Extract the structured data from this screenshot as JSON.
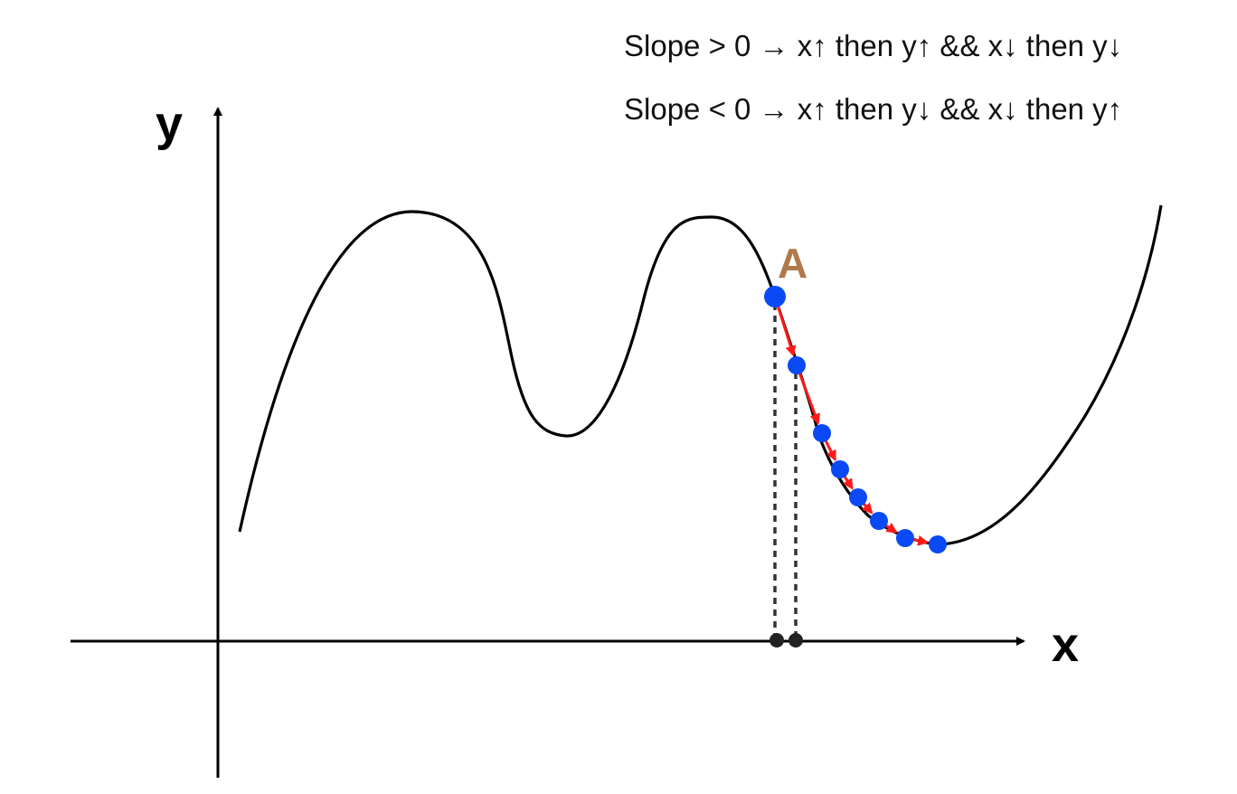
{
  "rules": [
    "Slope > 0 → x↑ then y↑ && x↓ then y↓",
    "Slope < 0 → x↑ then y↓ && x↓ then y↑"
  ],
  "axes": {
    "x_label": "x",
    "y_label": "y"
  },
  "start_point_label": "A",
  "descent_steps": 8,
  "colors": {
    "curve": "#000000",
    "point": "#0a4af5",
    "step_arrow": "#ff1a1a",
    "projection": "#333333",
    "point_label": "#b07a4a"
  }
}
